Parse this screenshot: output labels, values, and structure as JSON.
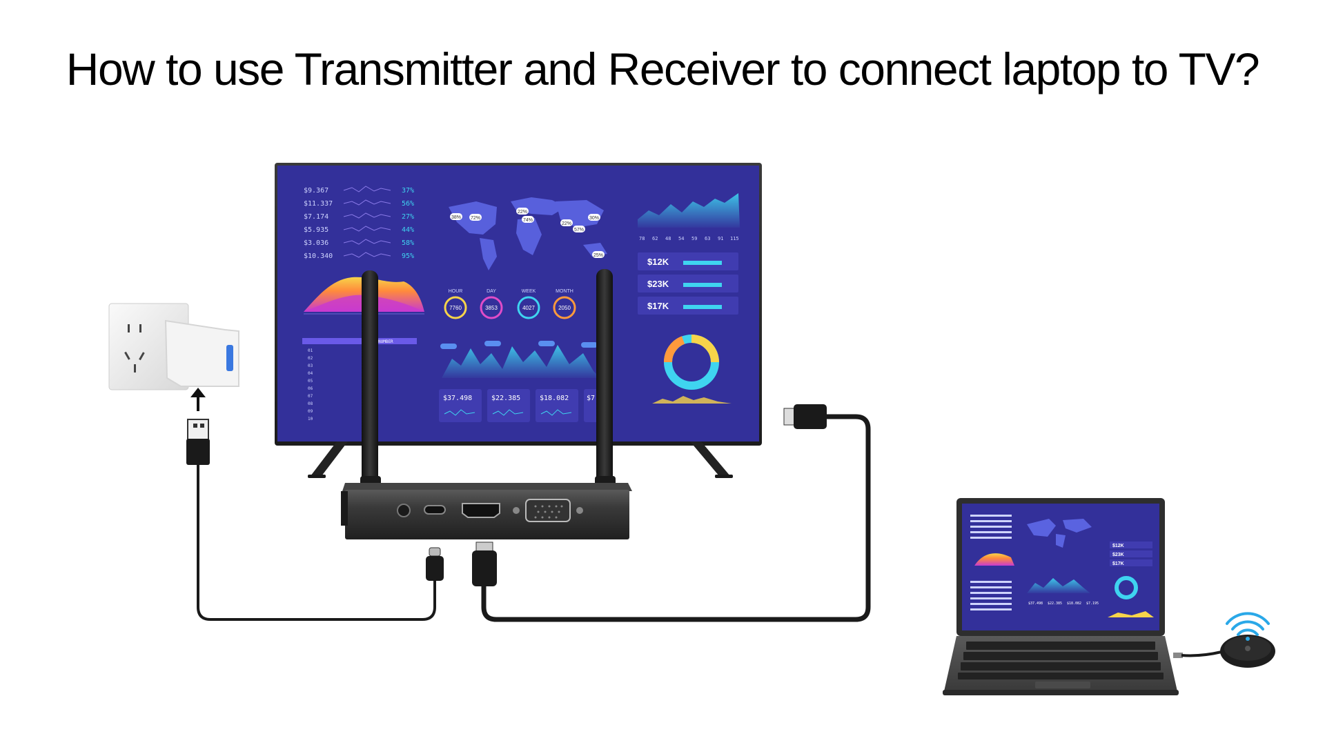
{
  "title": "How to use Transmitter and Receiver to connect laptop to TV?",
  "colors": {
    "screen_bg": "#33309a",
    "panel": "#403cb0",
    "accent_cyan": "#3fd4f0",
    "accent_orange": "#ff9a3c",
    "accent_pink": "#e04cc8",
    "device_dark": "#2b2b2b",
    "cable": "#1a1a1a"
  },
  "tv": {
    "stats": [
      {
        "value": "$9.367",
        "change": "37%"
      },
      {
        "value": "$11.337",
        "change": "56%"
      },
      {
        "value": "$7.174",
        "change": "27%"
      },
      {
        "value": "$5.935",
        "change": "44%"
      },
      {
        "value": "$3.036",
        "change": "58%"
      },
      {
        "value": "$10.340",
        "change": "95%"
      }
    ],
    "map_markers": [
      "38%",
      "72%",
      "22%",
      "74%",
      "22%",
      "30%",
      "57%",
      "25%"
    ],
    "period_tabs": [
      "HOUR",
      "DAY",
      "WEEK",
      "MONTH"
    ],
    "gauges": [
      "7760",
      "3853",
      "4027",
      "2050"
    ],
    "chart_axis": [
      "78",
      "62",
      "48",
      "54",
      "59",
      "63",
      "91",
      "115"
    ],
    "kpis": [
      "$12K",
      "$23K",
      "$17K"
    ],
    "cards": [
      "$37.498",
      "$22.385",
      "$18.082",
      "$7"
    ],
    "table_header": "NUMBER",
    "table_rows": [
      "01",
      "02",
      "03",
      "04",
      "05",
      "06",
      "07",
      "08",
      "09",
      "10"
    ]
  },
  "laptop": {
    "kpis": [
      "$12K",
      "$23K",
      "$17K"
    ],
    "cards": [
      "$37.498",
      "$22.385",
      "$18.082",
      "$7.195"
    ]
  },
  "icons": {
    "power": "wall-socket-with-usb-adapter",
    "arrow": "arrow-up-icon",
    "wifi": "wifi-icon"
  }
}
